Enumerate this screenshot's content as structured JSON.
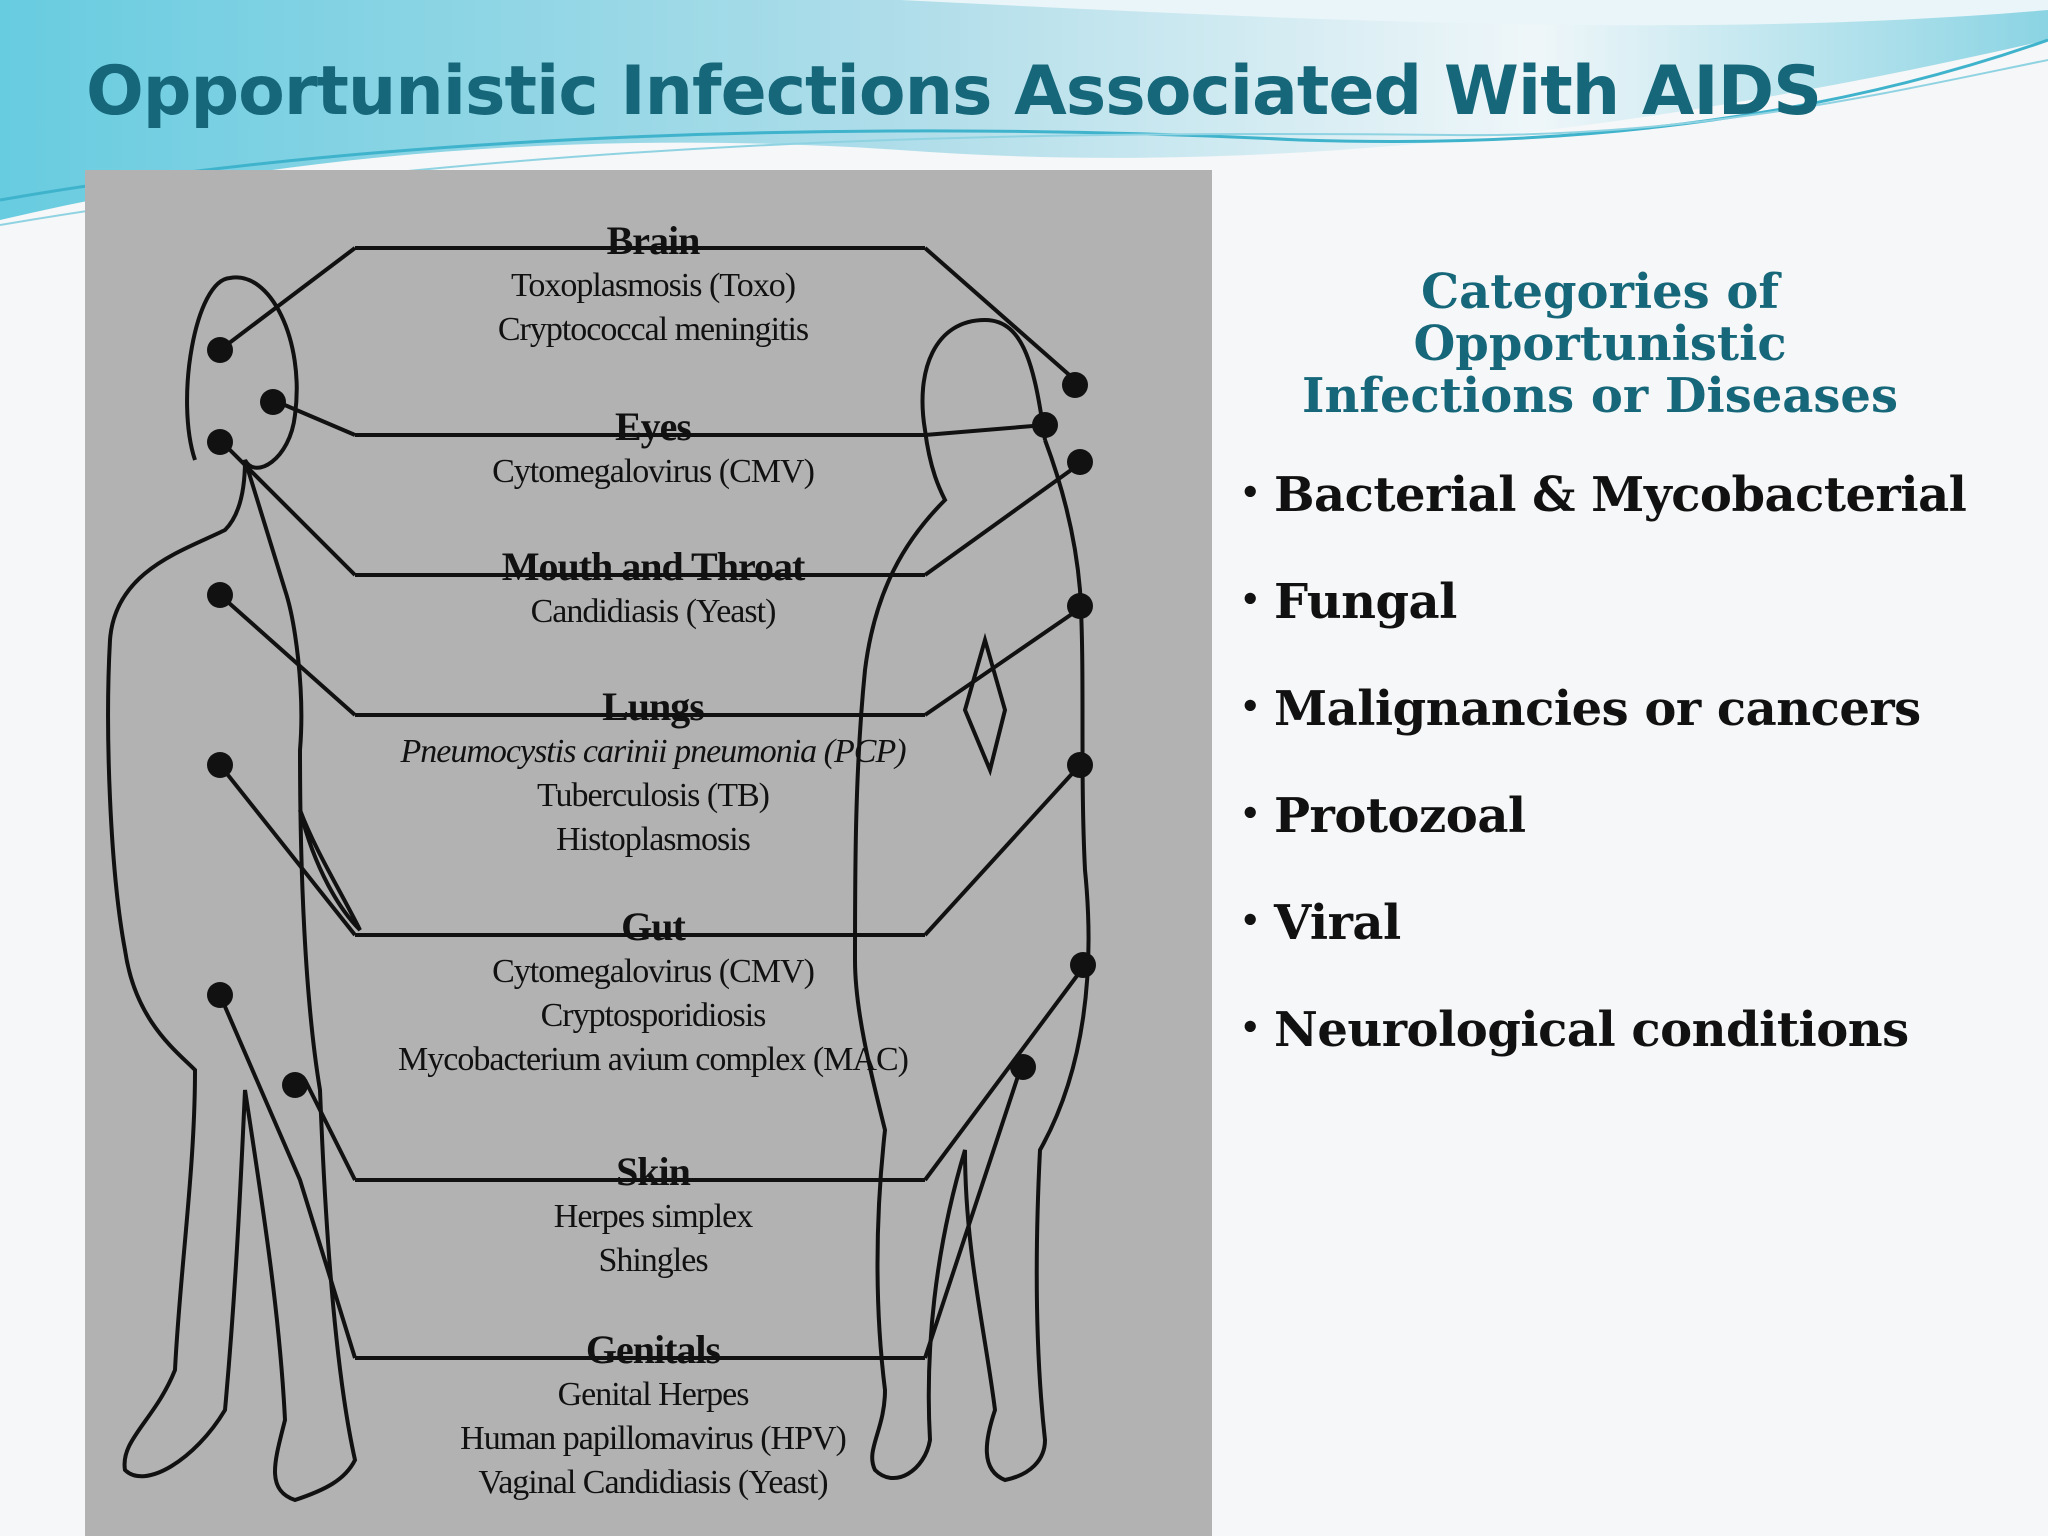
{
  "title": "Opportunistic Infections Associated With AIDS",
  "colors": {
    "title": "#16677a",
    "accent_wave": "#5fc4d8",
    "diagram_bg": "#b2b2b3"
  },
  "diagram": {
    "regions": [
      {
        "name": "Brain",
        "items": [
          "Toxoplasmosis (Toxo)",
          "Cryptococcal meningitis"
        ]
      },
      {
        "name": "Eyes",
        "items": [
          "Cytomegalovirus (CMV)"
        ]
      },
      {
        "name": "Mouth and Throat",
        "items": [
          "Candidiasis (Yeast)"
        ]
      },
      {
        "name": "Lungs",
        "items": [
          "Pneumocystis carinii pneumonia (PCP)",
          "Tuberculosis (TB)",
          "Histoplasmosis"
        ]
      },
      {
        "name": "Gut",
        "items": [
          "Cytomegalovirus (CMV)",
          "Cryptosporidiosis",
          "Mycobacterium avium complex (MAC)"
        ]
      },
      {
        "name": "Skin",
        "items": [
          "Herpes simplex",
          "Shingles"
        ]
      },
      {
        "name": "Genitals",
        "items": [
          "Genital Herpes",
          "Human papillomavirus (HPV)",
          "Vaginal Candidiasis (Yeast)"
        ]
      }
    ]
  },
  "categories": {
    "heading": [
      "Categories of",
      "Opportunistic",
      "Infections or Diseases"
    ],
    "items": [
      "Bacterial & Mycobacterial",
      "Fungal",
      "Malignancies or cancers",
      "Protozoal",
      "Viral",
      "Neurological conditions"
    ]
  }
}
